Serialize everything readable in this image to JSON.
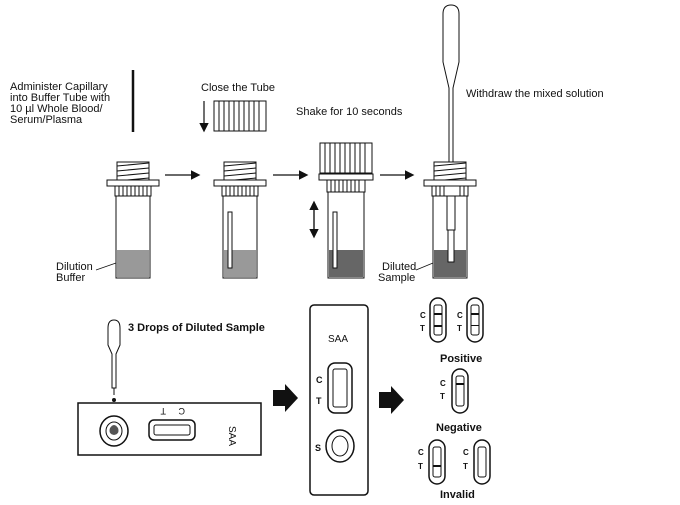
{
  "steps": {
    "administer": [
      "Administer  Capillary",
      "into Buffer Tube with",
      "10  µl  Whole Blood/",
      "Serum/Plasma"
    ],
    "close": "Close the Tube",
    "shake": "Shake for 10 seconds",
    "withdraw": "Withdraw the mixed solution",
    "dilution_buffer": [
      "Dilution",
      "Buffer"
    ],
    "diluted_sample": [
      "Diluted",
      "Sample"
    ],
    "drops": "3 Drops of Diluted Sample"
  },
  "cassette": {
    "name": "SAA",
    "c": "C",
    "t": "T",
    "s": "S"
  },
  "results": {
    "positive": "Positive",
    "negative": "Negative",
    "invalid": "Invalid",
    "c": "C",
    "t": "T"
  }
}
